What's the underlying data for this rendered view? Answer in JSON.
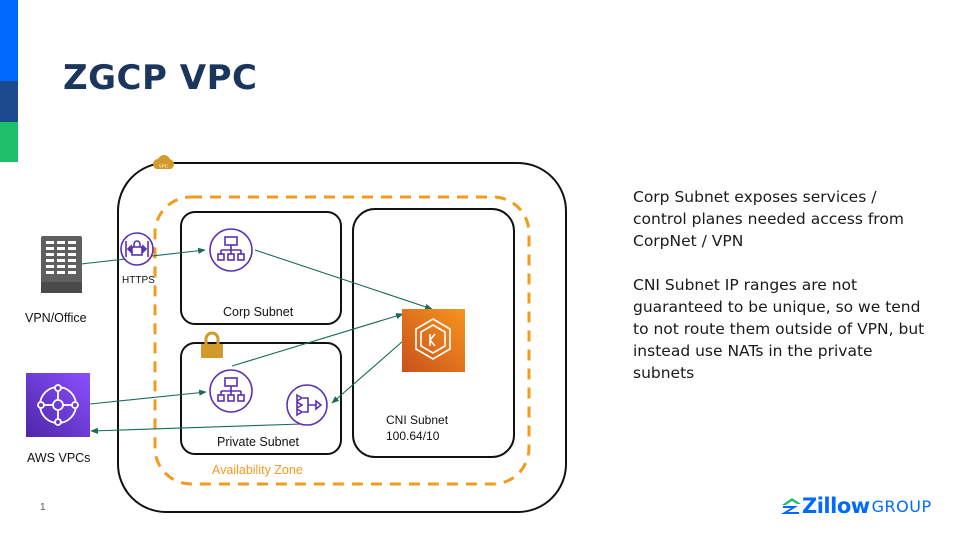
{
  "slide": {
    "title": "ZGCP VPC",
    "page_number": "1",
    "accent_colors": {
      "blue": "#006aff",
      "navy": "#1b4a8f",
      "green": "#1ec06b",
      "title": "#1b365d"
    }
  },
  "diagram": {
    "vpc_badge": "VPC",
    "availability_zone_label": "Availability Zone",
    "subnets": {
      "corp": {
        "label": "Corp Subnet"
      },
      "private": {
        "label": "Private Subnet"
      },
      "cni": {
        "label": "CNI Subnet",
        "cidr": "100.64/10"
      }
    },
    "nodes": {
      "vpn_office": {
        "label": "VPN/Office",
        "icon": "office-building-icon"
      },
      "aws_vpcs": {
        "label": "AWS VPCs",
        "icon": "transit-gateway-icon"
      },
      "https": {
        "label": "HTTPS",
        "icon": "https-endpoint-icon"
      },
      "corp_lb": {
        "icon": "load-balancer-icon"
      },
      "private_lb": {
        "icon": "load-balancer-icon"
      },
      "nat": {
        "icon": "nat-gateway-icon"
      },
      "eks": {
        "icon": "kubernetes-eks-icon"
      },
      "lock": {
        "icon": "lock-icon"
      }
    },
    "colors": {
      "vpc_border": "#111111",
      "az_dash": "#f29c1f",
      "arrow": "#1a6b5a",
      "purple": "#5a30b5",
      "eks": "#e8701a",
      "lock": "#d19a2a"
    }
  },
  "notes": {
    "paragraphs": [
      "Corp Subnet exposes services / control planes needed access from CorpNet / VPN",
      "CNI Subnet IP ranges are not guaranteed to be unique, so we tend to not route them outside of VPN, but instead use NATs in the private subnets"
    ]
  },
  "logo": {
    "word": "Zillow",
    "suffix": "GROUP"
  }
}
